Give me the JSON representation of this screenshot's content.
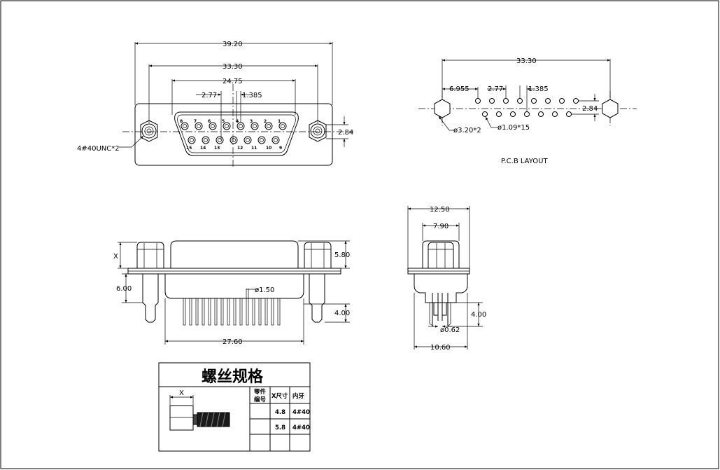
{
  "front_view": {
    "dims": {
      "overall_width": "39.20",
      "mount_spacing": "33.30",
      "shell_width": "24.75",
      "pin_pitch": "2.77",
      "pin_offset": "1.385",
      "row_spacing": "2.84",
      "thread_callout": "4#40UNC*2"
    },
    "pins_top": [
      "8",
      "7",
      "6",
      "5",
      "4",
      "3",
      "2",
      "1"
    ],
    "pins_bottom": [
      "15",
      "14",
      "13",
      "12",
      "11",
      "10",
      "9"
    ]
  },
  "pcb_layout": {
    "label": "P.C.B  LAYOUT",
    "dims": {
      "mount_spacing": "33.30",
      "offset": "6.955",
      "pin_pitch": "2.77",
      "pin_offset": "1.385",
      "row_spacing": "2.84",
      "mount_hole": "ø3.20*2",
      "pin_hole": "ø1.09*15"
    }
  },
  "side_view": {
    "dims": {
      "x_label": "X",
      "hex_height": "5.80",
      "flange_height": "6.00",
      "pin_dia": "ø1.50",
      "pin_length": "4.00",
      "body_width": "27.60"
    }
  },
  "end_view": {
    "dims": {
      "overall_depth": "12.50",
      "shell_depth": "7.90",
      "pin_length": "4.00",
      "pin_dia": "ø0.62",
      "base_depth": "10.60"
    }
  },
  "screw_table": {
    "title": "螺丝规格",
    "x_label": "X",
    "headers": [
      "零件\n编号",
      "X尺寸",
      "内牙"
    ],
    "rows": [
      [
        "",
        "4.8",
        "4#40"
      ],
      [
        "",
        "5.8",
        "4#40"
      ],
      [
        "",
        "",
        ""
      ]
    ]
  }
}
